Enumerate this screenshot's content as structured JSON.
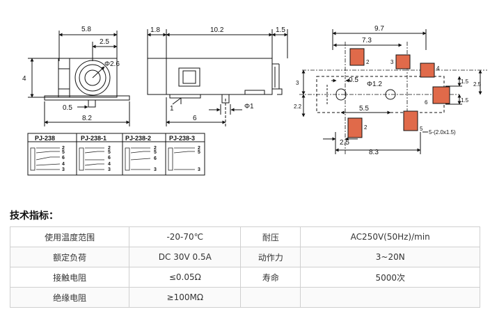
{
  "drawing": {
    "front_view": {
      "dim_top": "5.8",
      "dim_inner": "2.5",
      "dim_left": "4",
      "dim_bottom": "8.2",
      "dim_pin": "0.5",
      "dim_hole": "Φ2.6"
    },
    "side_view": {
      "dim_left": "1.8",
      "dim_middle": "10.2",
      "dim_right": "1.5",
      "dim_bottom": "6",
      "pin_label": "1",
      "pin_dia": "Φ1"
    },
    "top_view": {
      "dim_total": "9.7",
      "dim_73": "7.3",
      "dim_05": "0.5",
      "hole_dia": "Φ1.2",
      "dim_55": "5.5",
      "dim_3": "3",
      "dim_22": "2.2",
      "dim_15a": "1.5",
      "dim_15b": "1.5",
      "dim_25r": "2.5",
      "dim_25b": "2.5",
      "dim_83": "8.3",
      "pad_note": "5-(2.0x1.5)",
      "pin_labels": [
        "2",
        "3",
        "4",
        "6",
        "2",
        "5"
      ]
    },
    "schematics": [
      {
        "title": "PJ-238",
        "pins": [
          "2",
          "5",
          "6",
          "4",
          "3"
        ]
      },
      {
        "title": "PJ-238-1",
        "pins": [
          "2",
          "5",
          "6",
          "4",
          "3"
        ]
      },
      {
        "title": "PJ-238-2",
        "pins": [
          "2",
          "5",
          "6",
          "3"
        ]
      },
      {
        "title": "PJ-238-3",
        "pins": [
          "2",
          "5",
          "3"
        ]
      }
    ]
  },
  "spec": {
    "title": "技术指标：",
    "rows": [
      {
        "label1": "使用温度范围",
        "value1": "-20-70℃",
        "label2": "耐压",
        "value2": "AC250V(50Hz)/min"
      },
      {
        "label1": "额定负荷",
        "value1": "DC 30V 0.5A",
        "label2": "动作力",
        "value2": "3~20N"
      },
      {
        "label1": "接触电阻",
        "value1": "≤0.05Ω",
        "label2": "寿命",
        "value2": "5000次"
      },
      {
        "label1": "绝缘电阻",
        "value1": "≥100MΩ",
        "label2": "",
        "value2": ""
      }
    ]
  }
}
